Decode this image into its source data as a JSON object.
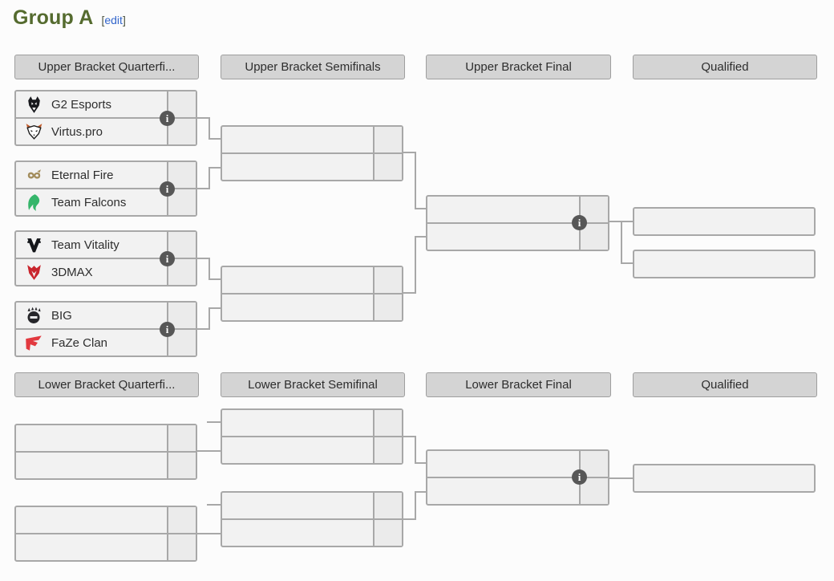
{
  "page": {
    "title": "Group A",
    "edit_label": "edit",
    "bracket_open": "[",
    "bracket_close": "]"
  },
  "colors": {
    "title_green": "#556b2f",
    "link_blue": "#3366cc",
    "box_fill": "#f2f2f2",
    "score_fill": "#ebebeb",
    "box_border": "#a8a8a8",
    "header_fill": "#d4d4d4",
    "info_icon_bg": "#575757"
  },
  "icons": {
    "info_icon": "info-circle",
    "team_logos": [
      "g2-esports-logo",
      "virtus-pro-logo",
      "eternal-fire-logo",
      "team-falcons-logo",
      "team-vitality-logo",
      "3dmax-logo",
      "big-logo",
      "faze-clan-logo"
    ]
  },
  "upper": {
    "headers": [
      "Upper Bracket Quarterfi...",
      "Upper Bracket Semifinals",
      "Upper Bracket Final",
      "Qualified"
    ],
    "qf": [
      {
        "top": {
          "name": "G2 Esports",
          "score": ""
        },
        "bottom": {
          "name": "Virtus.pro",
          "score": ""
        }
      },
      {
        "top": {
          "name": "Eternal Fire",
          "score": ""
        },
        "bottom": {
          "name": "Team Falcons",
          "score": ""
        }
      },
      {
        "top": {
          "name": "Team Vitality",
          "score": ""
        },
        "bottom": {
          "name": "3DMAX",
          "score": ""
        }
      },
      {
        "top": {
          "name": "BIG",
          "score": ""
        },
        "bottom": {
          "name": "FaZe Clan",
          "score": ""
        }
      }
    ],
    "sf": [
      {
        "top": {
          "name": "",
          "score": ""
        },
        "bottom": {
          "name": "",
          "score": ""
        }
      },
      {
        "top": {
          "name": "",
          "score": ""
        },
        "bottom": {
          "name": "",
          "score": ""
        }
      }
    ],
    "final": {
      "top": {
        "name": "",
        "score": ""
      },
      "bottom": {
        "name": "",
        "score": ""
      }
    },
    "qualified": [
      "",
      ""
    ]
  },
  "lower": {
    "headers": [
      "Lower Bracket Quarterfi...",
      "Lower Bracket Semifinal",
      "Lower Bracket Final",
      "Qualified"
    ],
    "qf": [
      {
        "top": {
          "name": "",
          "score": ""
        },
        "bottom": {
          "name": "",
          "score": ""
        }
      },
      {
        "top": {
          "name": "",
          "score": ""
        },
        "bottom": {
          "name": "",
          "score": ""
        }
      }
    ],
    "sf": [
      {
        "top": {
          "name": "",
          "score": ""
        },
        "bottom": {
          "name": "",
          "score": ""
        }
      },
      {
        "top": {
          "name": "",
          "score": ""
        },
        "bottom": {
          "name": "",
          "score": ""
        }
      }
    ],
    "final": {
      "top": {
        "name": "",
        "score": ""
      },
      "bottom": {
        "name": "",
        "score": ""
      }
    },
    "qualified": [
      ""
    ]
  }
}
